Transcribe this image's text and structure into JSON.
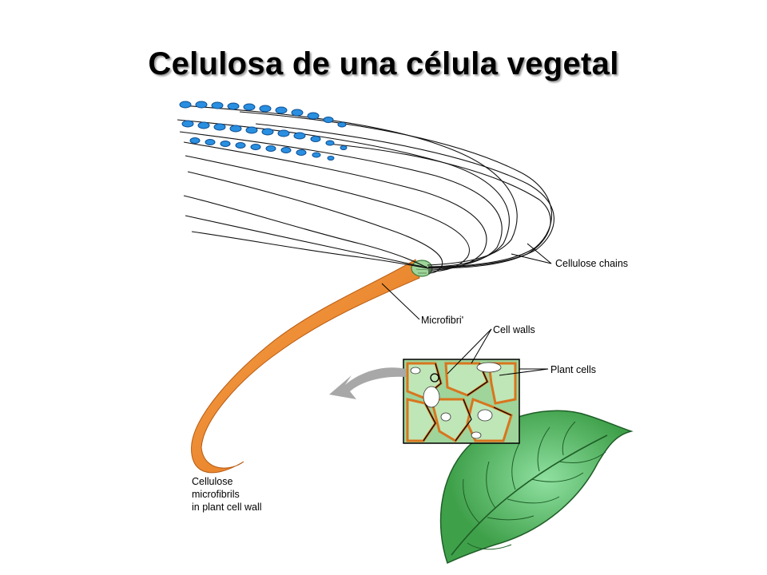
{
  "title": "Celulosa de una célula vegetal",
  "labels": {
    "cellulose_chains": "Cellulose chains",
    "microfibril": "Microfibri'",
    "cell_walls": "Cell walls",
    "plant_cells": "Plant cells",
    "caption_line1": "Cellulose",
    "caption_line2": "microfibrils",
    "caption_line3": "in plant cell wall"
  },
  "colors": {
    "microfibril": "#f08a2c",
    "glucose_units": "#2a8fe0",
    "cell_tissue": "#9fd49a",
    "cell_wall": "#d8751e",
    "leaf": "#3fa04a",
    "arrow": "#a8a8a8"
  }
}
